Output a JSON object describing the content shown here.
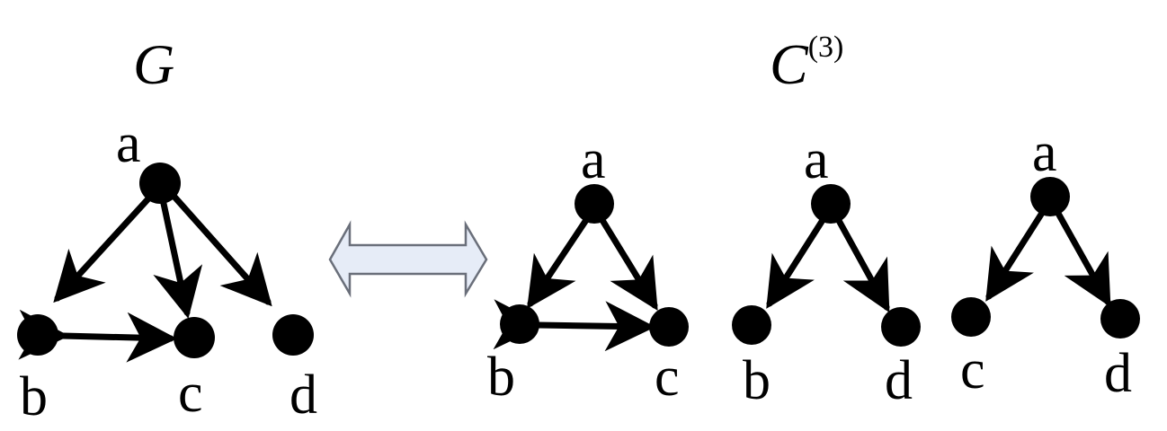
{
  "left_graph": {
    "title": "G",
    "nodes": {
      "a": "a",
      "b": "b",
      "c": "c",
      "d": "d"
    },
    "edges": [
      {
        "from": "a",
        "to": "b",
        "type": "directed"
      },
      {
        "from": "a",
        "to": "c",
        "type": "directed"
      },
      {
        "from": "a",
        "to": "d",
        "type": "directed"
      },
      {
        "from": "b",
        "to": "c",
        "type": "bidirected"
      }
    ]
  },
  "equivalence_symbol": {
    "icon": "double-arrow-icon",
    "fill": "#e6ecf7"
  },
  "right_set": {
    "title": "C",
    "superscript": "(3)",
    "components": [
      {
        "nodes": {
          "top": "a",
          "left": "b",
          "right": "c"
        },
        "bottom_edge": "bidirected"
      },
      {
        "nodes": {
          "top": "a",
          "left": "b",
          "right": "d"
        },
        "bottom_edge": "none"
      },
      {
        "nodes": {
          "top": "a",
          "left": "c",
          "right": "d"
        },
        "bottom_edge": "none"
      }
    ]
  }
}
